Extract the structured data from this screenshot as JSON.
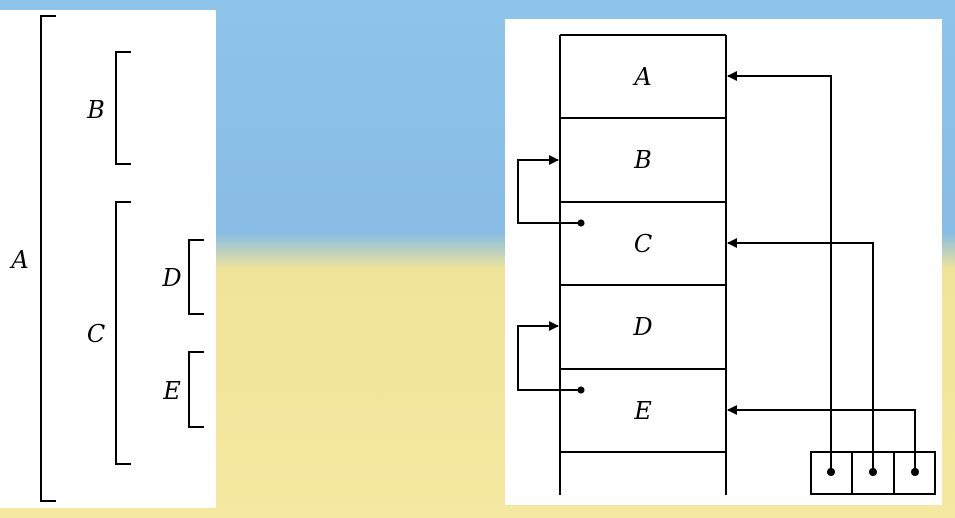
{
  "diagram": {
    "nesting": {
      "root": "A",
      "children": [
        {
          "label": "B",
          "children": []
        },
        {
          "label": "C",
          "children": [
            {
              "label": "D"
            },
            {
              "label": "E"
            }
          ]
        }
      ]
    },
    "stack": {
      "cells": [
        "A",
        "B",
        "C",
        "D",
        "E",
        ""
      ],
      "pointer_box_cells": 3,
      "links": [
        {
          "from": "pointer-box-cell-1",
          "to": "A"
        },
        {
          "from": "pointer-box-cell-2",
          "to": "C"
        },
        {
          "from": "pointer-box-cell-3",
          "to": "E"
        },
        {
          "from": "C",
          "to": "B"
        },
        {
          "from": "E",
          "to": "D"
        }
      ]
    }
  }
}
